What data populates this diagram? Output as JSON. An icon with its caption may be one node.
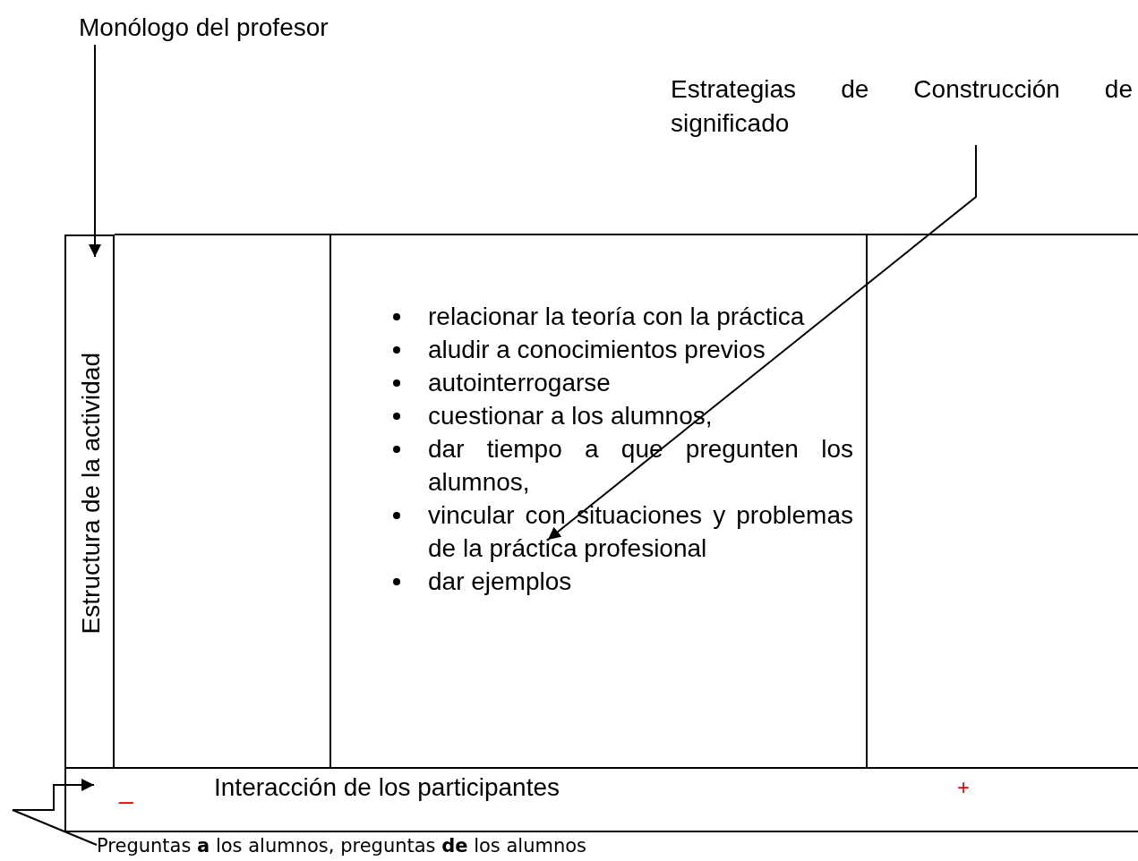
{
  "diagram": {
    "nodes": [
      {
        "text": [
          "Monólogo del profesor"
        ]
      },
      {
        "text": [
          "Estrategias de Construcción de significado"
        ]
      },
      {
        "text": [
          "Estructura de la actividad"
        ]
      },
      {
        "text": [
          "relacionar la teoría con la práctica",
          "aludir a conocimientos previos",
          "autointerrogarse",
          "cuestionar a los alumnos,",
          "dar tiempo a que pregunten los alumnos,",
          "vincular con situaciones y problemas de la práctica profesional",
          "dar ejemplos"
        ]
      },
      {
        "text": [
          "_",
          "Interacción de los participantes",
          "+"
        ]
      },
      {
        "text": [
          "Preguntas **a** los alumnos, preguntas **de** los alumnos"
        ]
      }
    ],
    "edges": [
      {
        "from": 0,
        "to": 2,
        "arrow": "to"
      },
      {
        "from": 1,
        "to": 3,
        "arrow": "to"
      },
      {
        "from": 5,
        "to": 4,
        "arrow": "to"
      }
    ]
  }
}
